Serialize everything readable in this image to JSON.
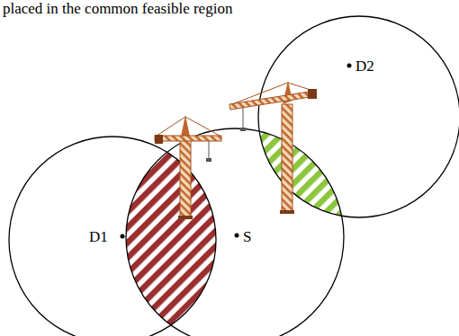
{
  "diagram": {
    "labels": [
      "placed in the common feasible region",
      "D1",
      "S",
      "D2"
    ]
  }
}
